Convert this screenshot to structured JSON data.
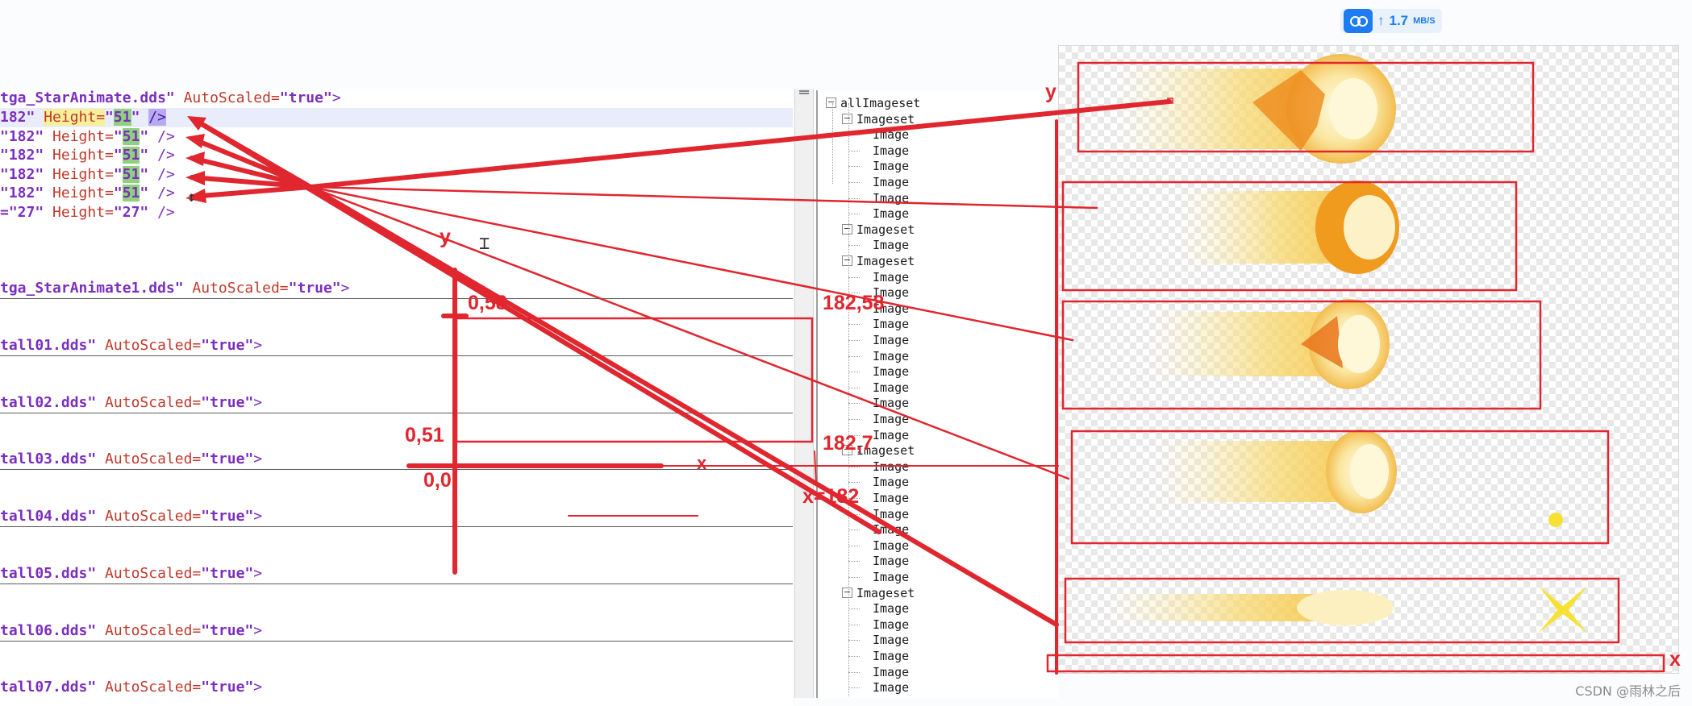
{
  "network": {
    "speed": "1.7",
    "unit": "MB/S",
    "icon": "baidu-netdisk-icon"
  },
  "editor": {
    "lines": [
      {
        "parts": [
          {
            "t": "str",
            "v": "tga_StarAnimate.dds\""
          },
          {
            "t": "attr",
            "v": " AutoScaled="
          },
          {
            "t": "str",
            "v": "\"true\""
          },
          {
            "t": "tag",
            "v": ">"
          }
        ]
      },
      {
        "highlight": true,
        "parts": [
          {
            "t": "str",
            "v": "182\" "
          },
          {
            "t": "attrhl",
            "v": "Height="
          },
          {
            "t": "str",
            "v": "\""
          },
          {
            "t": "numhl",
            "v": "51"
          },
          {
            "t": "str",
            "v": "\" "
          },
          {
            "t": "taghl",
            "v": "/>"
          }
        ]
      },
      {
        "parts": [
          {
            "t": "str",
            "v": "\"182\" "
          },
          {
            "t": "attr",
            "v": "Height="
          },
          {
            "t": "str",
            "v": "\""
          },
          {
            "t": "numhl",
            "v": "51"
          },
          {
            "t": "str",
            "v": "\" "
          },
          {
            "t": "tag",
            "v": "/>"
          }
        ]
      },
      {
        "parts": [
          {
            "t": "str",
            "v": "\"182\" "
          },
          {
            "t": "attr",
            "v": "Height="
          },
          {
            "t": "str",
            "v": "\""
          },
          {
            "t": "numhl",
            "v": "51"
          },
          {
            "t": "str",
            "v": "\" "
          },
          {
            "t": "tag",
            "v": "/>"
          }
        ]
      },
      {
        "parts": [
          {
            "t": "str",
            "v": "\"182\" "
          },
          {
            "t": "attr",
            "v": "Height="
          },
          {
            "t": "str",
            "v": "\""
          },
          {
            "t": "numhl",
            "v": "51"
          },
          {
            "t": "str",
            "v": "\" "
          },
          {
            "t": "tag",
            "v": "/>"
          }
        ]
      },
      {
        "parts": [
          {
            "t": "str",
            "v": "\"182\" "
          },
          {
            "t": "attr",
            "v": "Height="
          },
          {
            "t": "str",
            "v": "\""
          },
          {
            "t": "numhl",
            "v": "51"
          },
          {
            "t": "str",
            "v": "\" "
          },
          {
            "t": "tag",
            "v": "/>"
          }
        ]
      },
      {
        "parts": [
          {
            "t": "str",
            "v": "=\"27\" "
          },
          {
            "t": "attr",
            "v": "Height="
          },
          {
            "t": "str",
            "v": "\"27\" "
          },
          {
            "t": "tag",
            "v": "/>"
          }
        ]
      },
      {
        "parts": [
          {
            "t": "str",
            "v": "tga_StarAnimate1.dds\""
          },
          {
            "t": "attr",
            "v": " AutoScaled="
          },
          {
            "t": "str",
            "v": "\"true\""
          },
          {
            "t": "tag",
            "v": ">"
          }
        ]
      },
      {
        "parts": [
          {
            "t": "str",
            "v": "tall01.dds\""
          },
          {
            "t": "attr",
            "v": " AutoScaled="
          },
          {
            "t": "str",
            "v": "\"true\""
          },
          {
            "t": "tag",
            "v": ">"
          }
        ]
      },
      {
        "parts": [
          {
            "t": "str",
            "v": "tall02.dds\""
          },
          {
            "t": "attr",
            "v": " AutoScaled="
          },
          {
            "t": "str",
            "v": "\"true\""
          },
          {
            "t": "tag",
            "v": ">"
          }
        ]
      },
      {
        "parts": [
          {
            "t": "str",
            "v": "tall03.dds\""
          },
          {
            "t": "attr",
            "v": " AutoScaled="
          },
          {
            "t": "str",
            "v": "\"true\""
          },
          {
            "t": "tag",
            "v": ">"
          }
        ]
      },
      {
        "parts": [
          {
            "t": "str",
            "v": "tall04.dds\""
          },
          {
            "t": "attr",
            "v": " AutoScaled="
          },
          {
            "t": "str",
            "v": "\"true\""
          },
          {
            "t": "tag",
            "v": ">"
          }
        ]
      },
      {
        "parts": [
          {
            "t": "str",
            "v": "tall05.dds\""
          },
          {
            "t": "attr",
            "v": " AutoScaled="
          },
          {
            "t": "str",
            "v": "\"true\""
          },
          {
            "t": "tag",
            "v": ">"
          }
        ]
      },
      {
        "parts": [
          {
            "t": "str",
            "v": "tall06.dds\""
          },
          {
            "t": "attr",
            "v": " AutoScaled="
          },
          {
            "t": "str",
            "v": "\"true\""
          },
          {
            "t": "tag",
            "v": ">"
          }
        ]
      },
      {
        "parts": [
          {
            "t": "str",
            "v": "tall07.dds\""
          },
          {
            "t": "attr",
            "v": " AutoScaled="
          },
          {
            "t": "str",
            "v": "\"true\""
          },
          {
            "t": "tag",
            "v": ">"
          }
        ]
      }
    ]
  },
  "tree": {
    "nodes": [
      {
        "label": "allImageset",
        "level": 0,
        "toggle": "minus"
      },
      {
        "label": "Imageset",
        "level": 1,
        "toggle": "minus"
      },
      {
        "label": "Image",
        "level": 2
      },
      {
        "label": "Image",
        "level": 2
      },
      {
        "label": "Image",
        "level": 2
      },
      {
        "label": "Image",
        "level": 2
      },
      {
        "label": "Image",
        "level": 2
      },
      {
        "label": "Image",
        "level": 2
      },
      {
        "label": "Imageset",
        "level": 1,
        "toggle": "minus"
      },
      {
        "label": "Image",
        "level": 2
      },
      {
        "label": "Imageset",
        "level": 1,
        "toggle": "minus"
      },
      {
        "label": "Image",
        "level": 2
      },
      {
        "label": "Image",
        "level": 2
      },
      {
        "label": "Image",
        "level": 2
      },
      {
        "label": "Image",
        "level": 2
      },
      {
        "label": "Image",
        "level": 2
      },
      {
        "label": "Image",
        "level": 2
      },
      {
        "label": "Image",
        "level": 2
      },
      {
        "label": "Image",
        "level": 2
      },
      {
        "label": "Image",
        "level": 2
      },
      {
        "label": "Image",
        "level": 2
      },
      {
        "label": "Image",
        "level": 2
      },
      {
        "label": "Imageset",
        "level": 1,
        "toggle": "minus"
      },
      {
        "label": "Image",
        "level": 2
      },
      {
        "label": "Image",
        "level": 2
      },
      {
        "label": "Image",
        "level": 2
      },
      {
        "label": "Image",
        "level": 2
      },
      {
        "label": "Image",
        "level": 2
      },
      {
        "label": "Image",
        "level": 2
      },
      {
        "label": "Image",
        "level": 2
      },
      {
        "label": "Image",
        "level": 2
      },
      {
        "label": "Imageset",
        "level": 1,
        "toggle": "minus"
      },
      {
        "label": "Image",
        "level": 2
      },
      {
        "label": "Image",
        "level": 2
      },
      {
        "label": "Image",
        "level": 2
      },
      {
        "label": "Image",
        "level": 2
      },
      {
        "label": "Image",
        "level": 2
      },
      {
        "label": "Image",
        "level": 2
      }
    ]
  },
  "annotations": {
    "y_axis_left": "y",
    "x_axis_left": "x",
    "origin": "0,0",
    "p_0_58": "0,58",
    "p_0_51": "0,51",
    "p_182_58": "182,58",
    "p_182_7": "182,7",
    "x_eq_182": "x=182",
    "y_axis_right": "y",
    "x_axis_right": "x"
  },
  "colors": {
    "annotation_red": "#e0262e",
    "accent_blue": "#1d7cf2"
  },
  "watermark": "CSDN @雨林之后"
}
